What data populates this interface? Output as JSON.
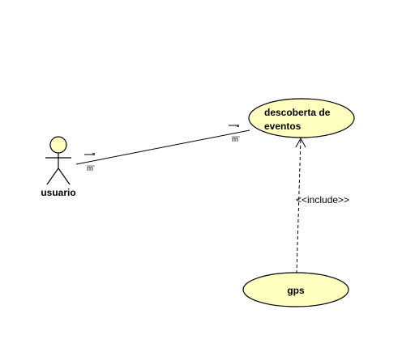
{
  "diagram": {
    "type": "use-case",
    "colors": {
      "background": "#ffffff",
      "usecase_fill": "#ffffc0",
      "actor_fill": "#ffffc0",
      "stroke": "#000000"
    },
    "actor": {
      "name": "usuario"
    },
    "use_cases": [
      {
        "id": "uc1",
        "lines": [
          "descoberta de",
          "eventos"
        ]
      },
      {
        "id": "uc2",
        "lines": [
          "gps"
        ]
      }
    ],
    "association": {
      "from": "usuario",
      "to": "uc1",
      "end_marker_actor": "m",
      "end_marker_usecase": "m"
    },
    "dependency": {
      "from": "uc2",
      "to": "uc1",
      "stereotype": "<<include>>",
      "style": "dashed-open-arrow"
    }
  }
}
